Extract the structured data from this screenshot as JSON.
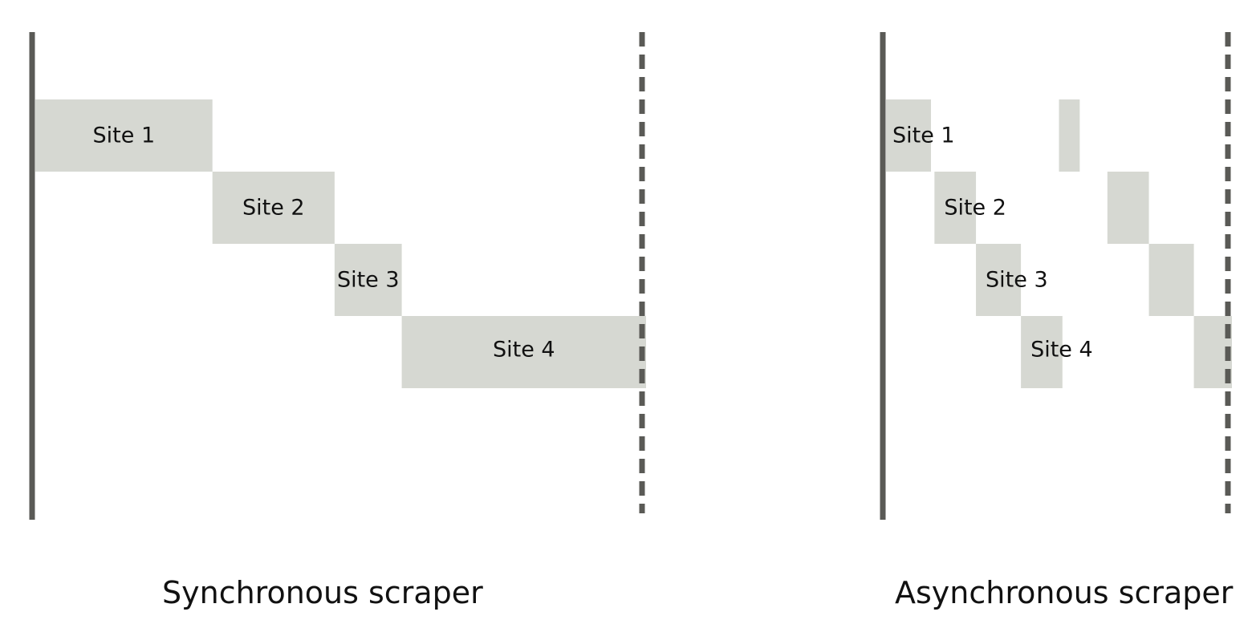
{
  "colors": {
    "block_fill": "#d6d8d2",
    "axis": "#5a5a56",
    "text": "#111111",
    "background": "#ffffff"
  },
  "panels": [
    {
      "id": "sync",
      "title": "Synchronous scraper",
      "tasks": [
        {
          "label": "Site 1",
          "segments": [
            {
              "start": 0.0,
              "end": 0.29
            }
          ]
        },
        {
          "label": "Site 2",
          "segments": [
            {
              "start": 0.29,
              "end": 0.49
            }
          ]
        },
        {
          "label": "Site 3",
          "segments": [
            {
              "start": 0.49,
              "end": 0.6
            }
          ]
        },
        {
          "label": "Site 4",
          "segments": [
            {
              "start": 0.6,
              "end": 1.0
            }
          ]
        }
      ]
    },
    {
      "id": "async",
      "title": "Asynchronous scraper",
      "tasks": [
        {
          "label": "Site 1",
          "segments": [
            {
              "start": 0.0,
              "end": 0.13
            },
            {
              "start": 0.5,
              "end": 0.56
            }
          ]
        },
        {
          "label": "Site 2",
          "segments": [
            {
              "start": 0.14,
              "end": 0.26
            },
            {
              "start": 0.64,
              "end": 0.76
            }
          ]
        },
        {
          "label": "Site 3",
          "segments": [
            {
              "start": 0.26,
              "end": 0.39
            },
            {
              "start": 0.76,
              "end": 0.89
            }
          ]
        },
        {
          "label": "Site 4",
          "segments": [
            {
              "start": 0.39,
              "end": 0.51
            },
            {
              "start": 0.89,
              "end": 1.0
            }
          ]
        }
      ]
    }
  ]
}
